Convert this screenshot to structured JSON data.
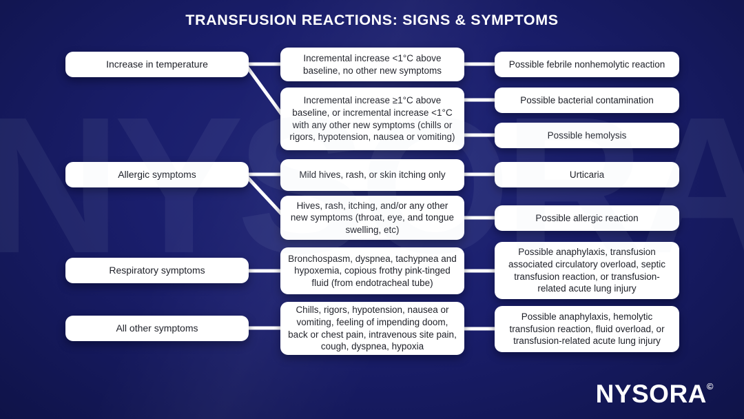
{
  "title": "TRANSFUSION REACTIONS: SIGNS & SYMPTOMS",
  "watermark": {
    "text": "NYSORA",
    "mark": "©"
  },
  "logo": {
    "text": "NYSORA",
    "mark": "©"
  },
  "colors": {
    "background_center": "#222878",
    "background_edge": "#0f1348",
    "box_fill": "#ffffff",
    "box_text": "#1d1f27",
    "title_text": "#ffffff",
    "connector": "#ffffff"
  },
  "triggers": [
    "Increase in temperature",
    "Allergic symptoms",
    "Respiratory symptoms",
    "All other symptoms"
  ],
  "signs": [
    "Incremental increase <1°C above baseline, no other new symptoms",
    "Incremental increase ≥1°C above baseline, or incremental increase <1°C with any other new symptoms (chills or rigors, hypotension, nausea or vomiting)",
    "Mild hives, rash, or skin itching only",
    "Hives, rash, itching, and/or any other new symptoms (throat, eye, and tongue swelling, etc)",
    "Bronchospasm, dyspnea, tachypnea and hypoxemia, copious frothy pink-tinged fluid (from endotracheal tube)",
    "Chills, rigors, hypotension, nausea or vomiting, feeling of impending doom, back or chest pain, intravenous site pain, cough, dyspnea, hypoxia"
  ],
  "reactions": [
    "Possible febrile nonhemolytic reaction",
    "Possible bacterial contamination",
    "Possible hemolysis",
    "Urticaria",
    "Possible allergic reaction",
    "Possible anaphylaxis, transfusion associated circulatory overload, septic transfusion reaction, or transfusion-related acute lung injury",
    "Possible anaphylaxis, hemolytic transfusion reaction, fluid overload, or transfusion-related acute lung injury"
  ]
}
